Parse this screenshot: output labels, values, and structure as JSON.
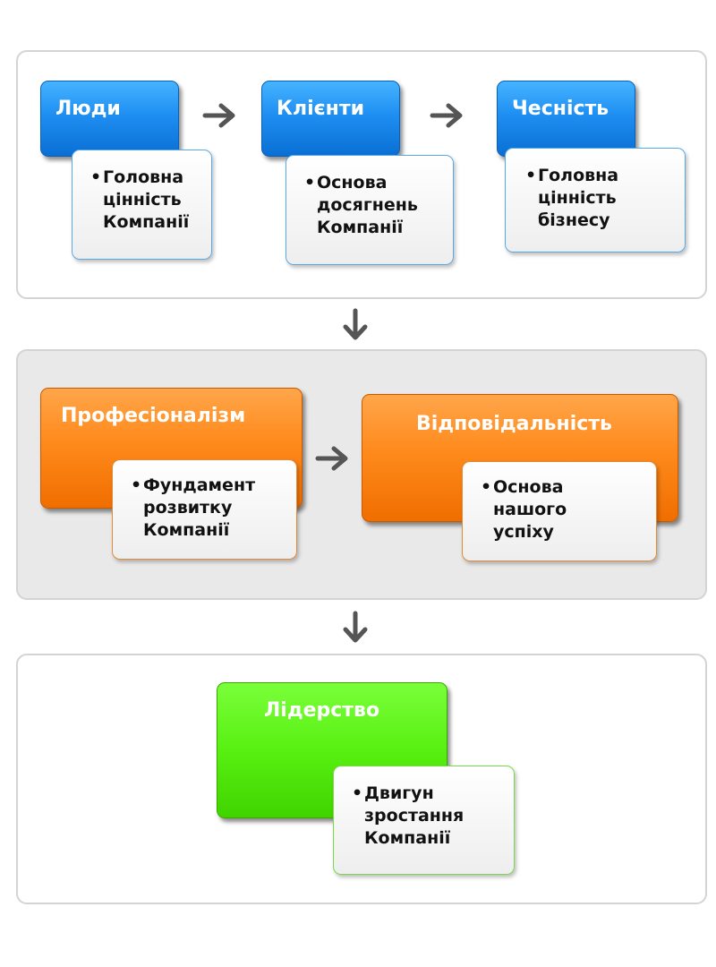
{
  "row1": [
    {
      "title": "Люди",
      "text": "Головна\nцінність\nКомпанії"
    },
    {
      "title": "Клієнти",
      "text": "Основа\nдосягнень\nКомпанії"
    },
    {
      "title": "Чесність",
      "text": "Головна\nцінність\nбізнесу"
    }
  ],
  "row2": [
    {
      "title": "Професіоналізм",
      "text": "Фундамент\nрозвитку\nКомпанії"
    },
    {
      "title": "Відповідальність",
      "text": "Основа\nнашого\nуспіху"
    }
  ],
  "row3": [
    {
      "title": "Лідерство",
      "text": "Двигун\nзростання\nКомпанії"
    }
  ],
  "colors": {
    "blue": "#1e8ef2",
    "orange": "#ff8a1c",
    "green": "#58f012",
    "arrow": "#555555",
    "panel_border": "#d4d4d4",
    "panel_middle_bg": "#e9e9e9"
  },
  "icons": {
    "flow_arrow": "right-arrow-icon",
    "down_arrow": "down-arrow-icon"
  }
}
